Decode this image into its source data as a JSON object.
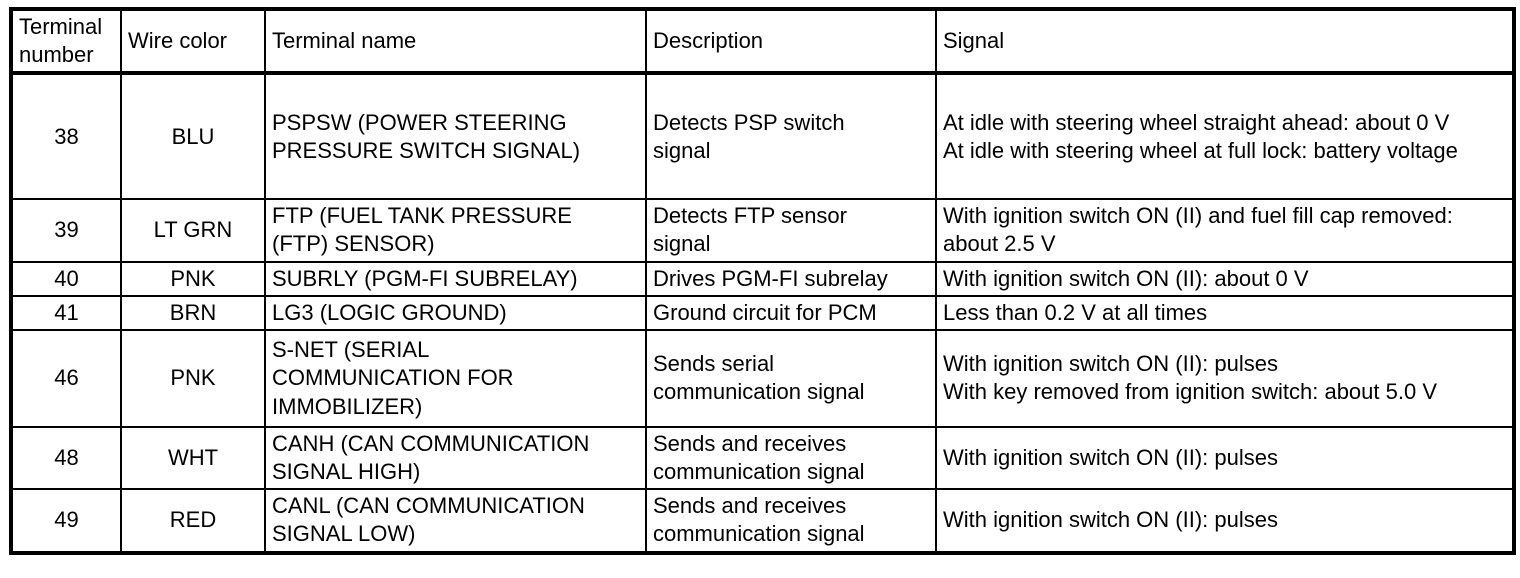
{
  "table": {
    "colors": {
      "border": "#000000",
      "text": "#000000",
      "background": "#ffffff"
    },
    "columns": [
      {
        "label": "Terminal number"
      },
      {
        "label": "Wire color"
      },
      {
        "label": "Terminal name"
      },
      {
        "label": "Description"
      },
      {
        "label": "Signal"
      }
    ],
    "rows": [
      {
        "terminal": "38",
        "wire": "BLU",
        "name": "PSPSW (POWER STEERING\nPRESSURE SWITCH SIGNAL)",
        "description": "Detects PSP switch\nsignal",
        "signal": "At idle with steering wheel straight ahead: about 0 V\nAt idle with steering wheel at full lock: battery voltage"
      },
      {
        "terminal": "39",
        "wire": "LT GRN",
        "name": "FTP (FUEL TANK PRESSURE\n(FTP) SENSOR)",
        "description": "Detects FTP sensor\nsignal",
        "signal": "With ignition switch ON (II) and fuel fill cap removed: about 2.5 V"
      },
      {
        "terminal": "40",
        "wire": "PNK",
        "name": "SUBRLY (PGM-FI SUBRELAY)",
        "description": "Drives PGM-FI subrelay",
        "signal": "With ignition switch ON (II): about 0 V"
      },
      {
        "terminal": "41",
        "wire": "BRN",
        "name": "LG3 (LOGIC GROUND)",
        "description": "Ground circuit for PCM",
        "signal": "Less than 0.2 V at all times"
      },
      {
        "terminal": "46",
        "wire": "PNK",
        "name": "S-NET (SERIAL\nCOMMUNICATION FOR\nIMMOBILIZER)",
        "description": "Sends serial\ncommunication signal",
        "signal": "With ignition switch ON (II): pulses\nWith key removed from ignition switch: about 5.0 V"
      },
      {
        "terminal": "48",
        "wire": "WHT",
        "name": "CANH (CAN COMMUNICATION\nSIGNAL HIGH)",
        "description": "Sends and receives\ncommunication signal",
        "signal": "With ignition switch ON (II): pulses"
      },
      {
        "terminal": "49",
        "wire": "RED",
        "name": "CANL (CAN COMMUNICATION\nSIGNAL LOW)",
        "description": "Sends and receives\ncommunication signal",
        "signal": "With ignition switch ON (II): pulses"
      }
    ]
  }
}
